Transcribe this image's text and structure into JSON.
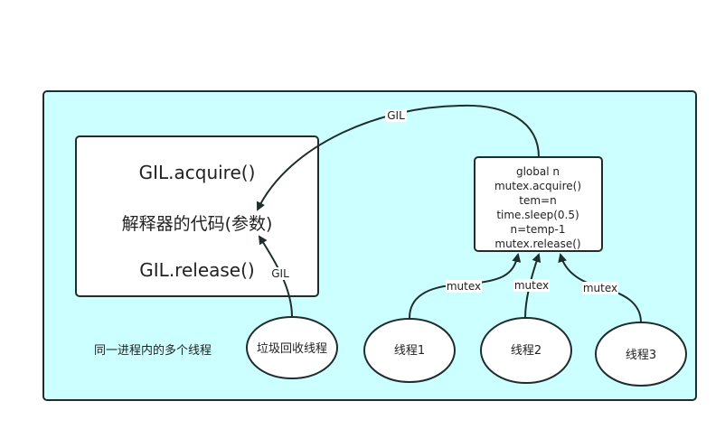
{
  "diagram": {
    "process_caption": "同一进程内的多个线程",
    "interpreter_box": {
      "lines": [
        "GIL.acquire()",
        "解释器的代码(参数)",
        "GIL.release()"
      ]
    },
    "code_box": {
      "lines": [
        "global n",
        "mutex.acquire()",
        "tem=n",
        "time.sleep(0.5)",
        "n=temp-1",
        "mutex.release()"
      ]
    },
    "gc_thread": {
      "label": "垃圾回收线程"
    },
    "threads": [
      {
        "label": "线程1"
      },
      {
        "label": "线程2"
      },
      {
        "label": "线程3"
      }
    ],
    "edges": {
      "gil_top": "GIL",
      "gil_gc": "GIL",
      "mutex": [
        "mutex",
        "mutex",
        "mutex"
      ]
    },
    "colors": {
      "process_fill": "#ccffff",
      "stroke": "#1f2d2d",
      "box_fill": "#ffffff"
    }
  }
}
